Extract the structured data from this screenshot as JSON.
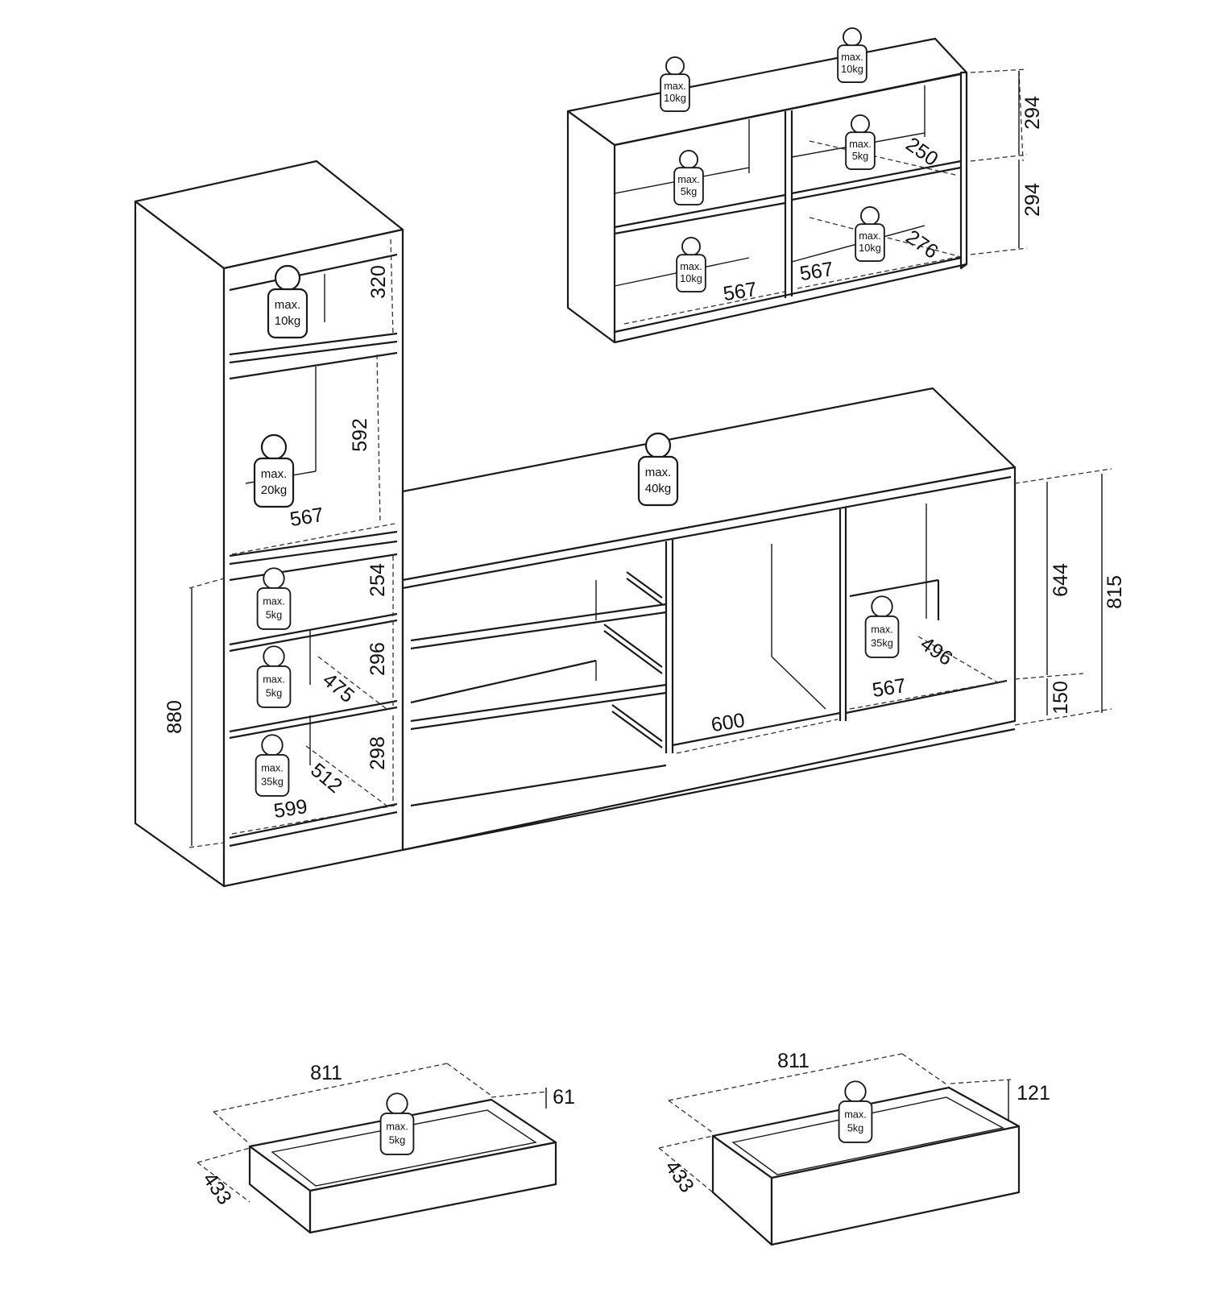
{
  "diagram": {
    "weights": [
      {
        "id": "w1",
        "line1": "max.",
        "line2": "10kg"
      },
      {
        "id": "w2",
        "line1": "max.",
        "line2": "10kg"
      },
      {
        "id": "w3",
        "line1": "max.",
        "line2": "5kg"
      },
      {
        "id": "w4",
        "line1": "max.",
        "line2": "5kg"
      },
      {
        "id": "w5",
        "line1": "max.",
        "line2": "10kg"
      },
      {
        "id": "w6",
        "line1": "max.",
        "line2": "10kg"
      },
      {
        "id": "w7",
        "line1": "max.",
        "line2": "10kg"
      },
      {
        "id": "w8",
        "line1": "max.",
        "line2": "20kg"
      },
      {
        "id": "w9",
        "line1": "max.",
        "line2": "5kg"
      },
      {
        "id": "w10",
        "line1": "max.",
        "line2": "5kg"
      },
      {
        "id": "w11",
        "line1": "max.",
        "line2": "35kg"
      },
      {
        "id": "w12",
        "line1": "max.",
        "line2": "40kg"
      },
      {
        "id": "w13",
        "line1": "max.",
        "line2": "35kg"
      },
      {
        "id": "w14",
        "line1": "max.",
        "line2": "5kg"
      },
      {
        "id": "w15",
        "line1": "max.",
        "line2": "5kg"
      }
    ],
    "dimensions": {
      "wall_shelf_height_top": "294",
      "wall_shelf_height_bottom": "294",
      "wall_shelf_depth_upper": "250",
      "wall_shelf_depth_lower": "276",
      "wall_shelf_width_left": "567",
      "wall_shelf_width_right": "567",
      "tall_top_height": "320",
      "tall_glass_height": "592",
      "tall_glass_width": "567",
      "tall_shelf1_height": "254",
      "tall_shelf2_height": "296",
      "tall_shelf2_depth": "475",
      "tall_shelf3_height": "298",
      "tall_shelf3_depth": "512",
      "tall_bottom_width": "599",
      "tall_lower_height": "880",
      "tv_inner_width": "600",
      "tv_right_width": "567",
      "tv_right_depth": "496",
      "tv_inner_height": "644",
      "tv_total_height": "815",
      "tv_plinth_height": "150",
      "drawer1_width": "811",
      "drawer1_height": "61",
      "drawer1_depth": "433",
      "drawer2_width": "811",
      "drawer2_height": "121",
      "drawer2_depth": "433"
    }
  }
}
